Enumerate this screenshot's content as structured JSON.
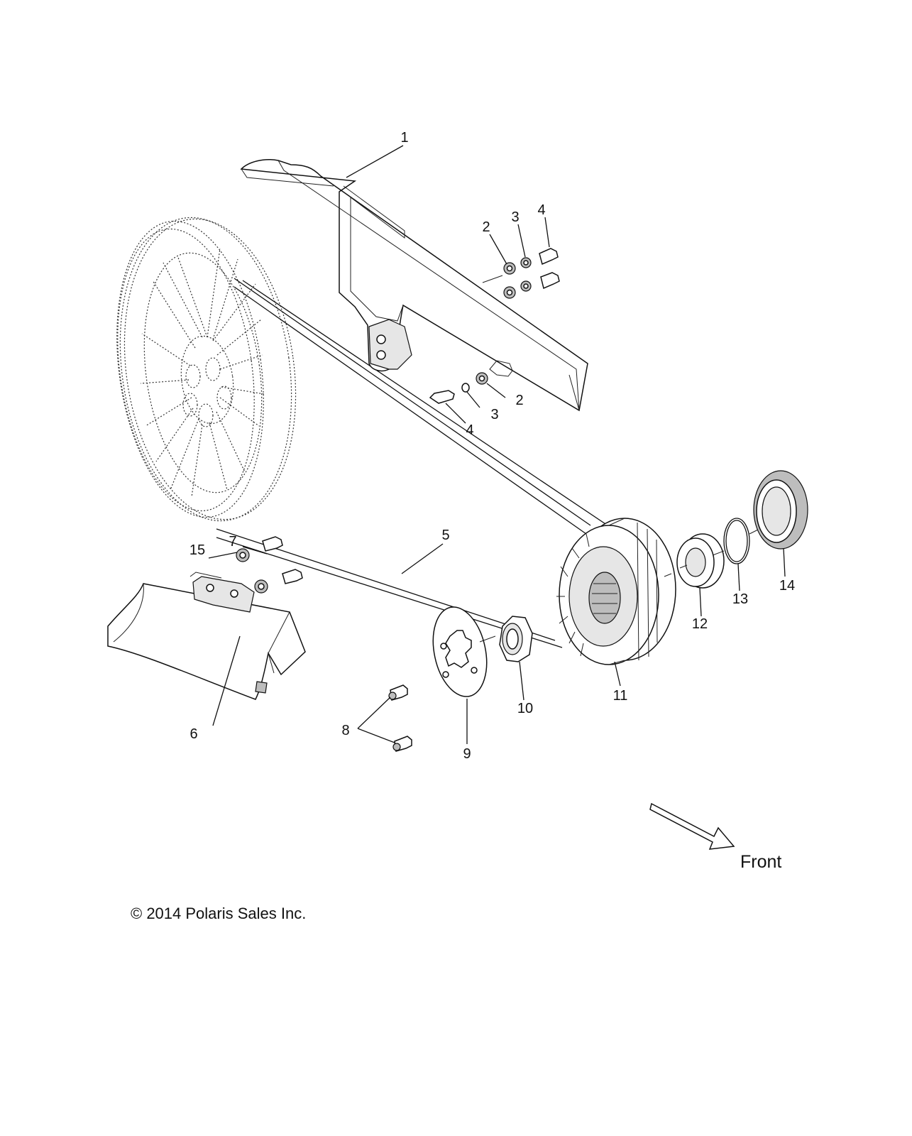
{
  "callouts": {
    "c1": "1",
    "c2a": "2",
    "c3a": "3",
    "c4a": "4",
    "c2b": "2",
    "c3b": "3",
    "c4b": "4",
    "c5": "5",
    "c6": "6",
    "c7": "7",
    "c8": "8",
    "c9": "9",
    "c10": "10",
    "c11": "11",
    "c12": "12",
    "c13": "13",
    "c14": "14",
    "c15": "15"
  },
  "direction_label": "Front",
  "copyright": "© 2014 Polaris Sales Inc."
}
